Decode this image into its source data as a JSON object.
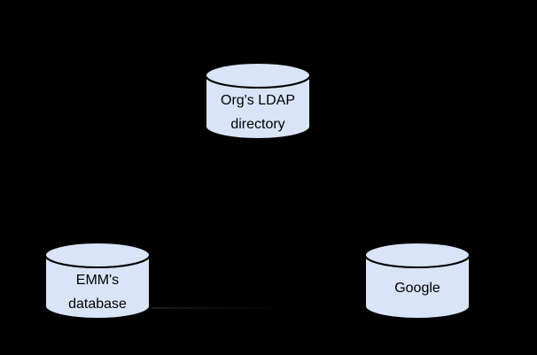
{
  "diagram": {
    "nodes": {
      "ldap": {
        "type": "cylinder",
        "line1": "Org's LDAP",
        "line2": "directory"
      },
      "emm": {
        "type": "cylinder",
        "line1": "EMM's",
        "line2": "database"
      },
      "google": {
        "type": "cylinder",
        "line1": "Google"
      }
    },
    "connectors": [
      {
        "from": "emm",
        "to": "google",
        "style": "faint-horizontal-line"
      }
    ],
    "colors": {
      "background": "#000000",
      "cylinder_fill": "#d9e4f8",
      "cylinder_stroke": "#000000",
      "label_text": "#000000",
      "connector_faint": "#1c1c1c"
    }
  }
}
